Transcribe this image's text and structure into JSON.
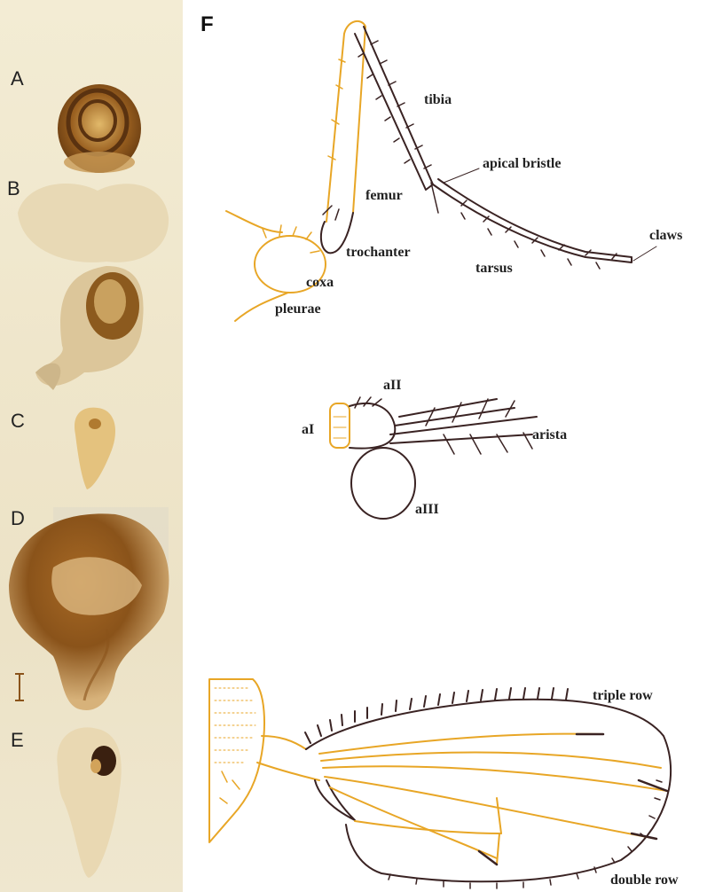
{
  "panel_letters": {
    "a": "A",
    "b": "B",
    "c": "C",
    "d": "D",
    "e": "E",
    "f": "F"
  },
  "leg_labels": {
    "tibia": "tibia",
    "apical_bristle": "apical bristle",
    "femur": "femur",
    "claws": "claws",
    "trochanter": "trochanter",
    "tarsus": "tarsus",
    "coxa": "coxa",
    "pleurae": "pleurae"
  },
  "antenna_labels": {
    "a2": "aII",
    "a1": "aI",
    "arista": "arista",
    "a3": "aIII"
  },
  "wing_labels": {
    "triple_row": "triple row",
    "double_row": "double row"
  },
  "colors": {
    "drawing_orange": "#e8a626",
    "drawing_dark": "#3a2323",
    "stain_brown": "#7a4a1c",
    "background_strip": "#efe6cb"
  }
}
